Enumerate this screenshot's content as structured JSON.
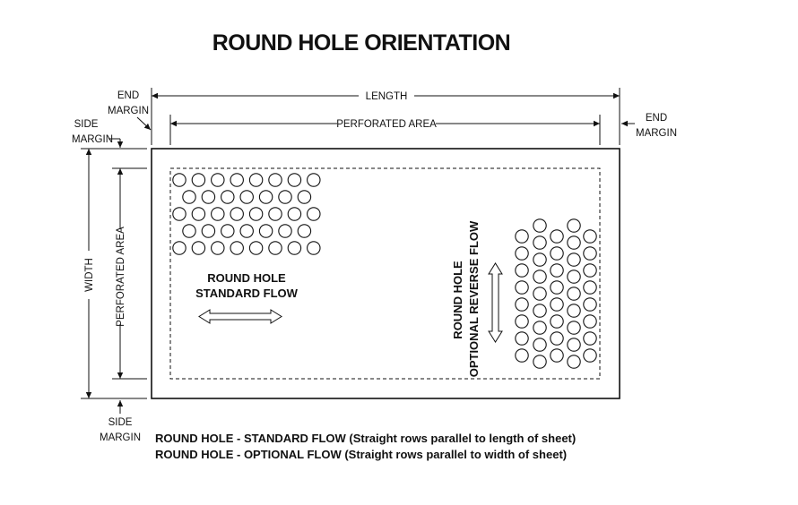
{
  "title": "ROUND HOLE ORIENTATION",
  "labels": {
    "length": "LENGTH",
    "perforated_area": "PERFORATED AREA",
    "width": "WIDTH",
    "end": "END",
    "margin": "MARGIN",
    "side": "SIDE"
  },
  "standard_flow": {
    "line1": "ROUND HOLE",
    "line2": "STANDARD FLOW"
  },
  "reverse_flow": {
    "line1": "ROUND HOLE",
    "line2": "OPTIONAL REVERSE FLOW"
  },
  "footnotes": [
    "ROUND HOLE - STANDARD FLOW (Straight rows parallel to length of sheet)",
    "ROUND HOLE - OPTIONAL FLOW (Straight rows parallel to width of sheet)"
  ]
}
